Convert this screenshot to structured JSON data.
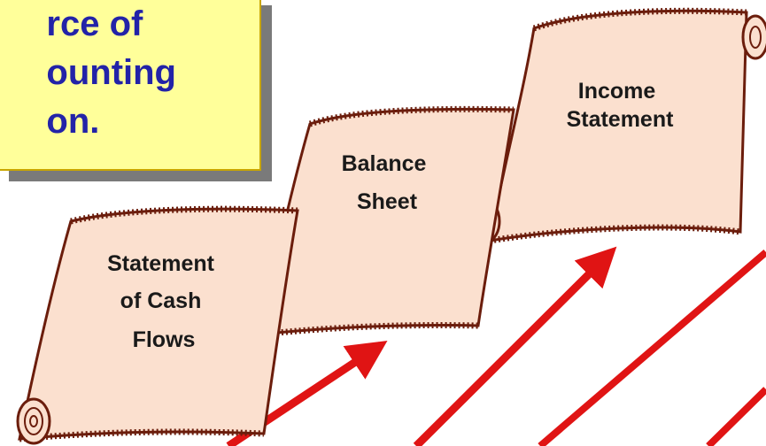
{
  "callout": {
    "line1": "rce of",
    "line2": "ounting",
    "line3": "on."
  },
  "scrolls": [
    {
      "lines": [
        "Statement",
        "of Cash",
        "Flows"
      ]
    },
    {
      "lines": [
        "Balance",
        "Sheet"
      ]
    },
    {
      "lines": [
        "Income",
        "Statement"
      ]
    }
  ],
  "colors": {
    "scroll_fill": "#fbe0cf",
    "scroll_edge": "#6b1d0c",
    "arrow": "#e01414",
    "callout_fill": "#ffff9a",
    "callout_text": "#2323a8"
  }
}
